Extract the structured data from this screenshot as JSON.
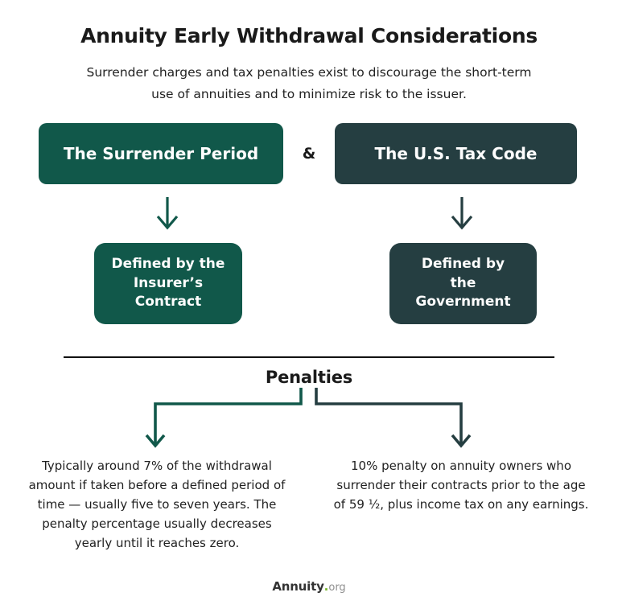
{
  "colors": {
    "green": "#11584A",
    "slate": "#253E41",
    "ink": "#1A1A1A",
    "logoInk": "#333333",
    "logoGreen": "#76B82A",
    "logoGray": "#8E8E8E"
  },
  "header": {
    "title": "Annuity Early Withdrawal Considerations",
    "subtitle": "Surrender charges and tax penalties exist to discourage the short-term\nuse of annuities and to minimize risk to the issuer."
  },
  "flow": {
    "ampersand": "&",
    "surrender": {
      "title": "The Surrender Period",
      "detail": "Defined by the\nInsurer’s\nContract"
    },
    "tax_code": {
      "title": "The U.S. Tax Code",
      "detail": "Defined by\nthe\nGovernment"
    }
  },
  "penalties": {
    "heading": "Penalties",
    "surrender_penalty": "Typically around 7% of the withdrawal\namount if taken before a defined period of\ntime — usually five to seven years. The\npenalty percentage usually decreases\nyearly until it reaches zero.",
    "tax_penalty": "10% penalty on annuity owners who\nsurrender their contracts prior to the age\nof 59 ½, plus income tax on any earnings."
  },
  "footer": {
    "brand": "Annuity",
    "dot": ".",
    "tld": "org"
  }
}
